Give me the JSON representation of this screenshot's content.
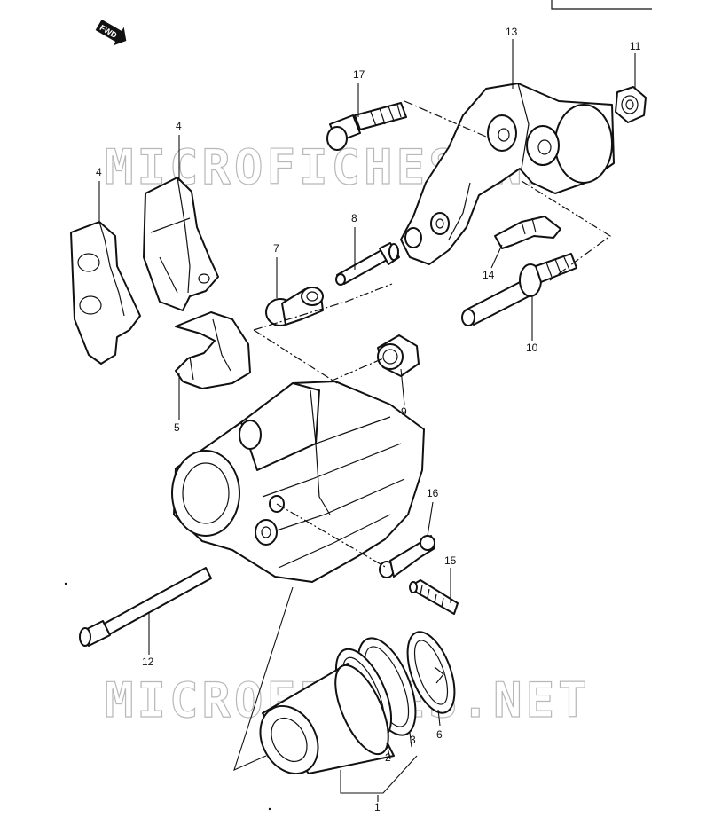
{
  "diagram": {
    "direction_badge": "FWD",
    "watermark": "MICROFICHES.NET",
    "callouts": {
      "c1": "1",
      "c2": "2",
      "c3": "3",
      "c4a": "4",
      "c4b": "4",
      "c5": "5",
      "c6": "6",
      "c7": "7",
      "c8": "8",
      "c9": "9",
      "c10": "10",
      "c11": "11",
      "c12": "12",
      "c13": "13",
      "c14": "14",
      "c15": "15",
      "c16": "16",
      "c17": "17"
    }
  }
}
